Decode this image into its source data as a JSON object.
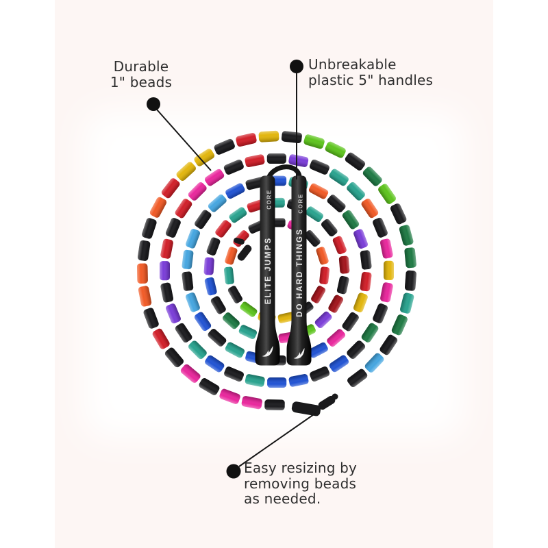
{
  "page": {
    "bg": "#ffffff",
    "card_bg": "#fdf6f4",
    "photo_bg": "#ffffff",
    "text_color": "#2e2e2e"
  },
  "callouts": {
    "beads": {
      "lines": [
        "Durable",
        "1\" beads"
      ]
    },
    "handles": {
      "lines": [
        "Unbreakable",
        "plastic 5\" handles"
      ]
    },
    "resize": {
      "lines": [
        "Easy resizing by",
        "removing beads",
        "as needed."
      ]
    }
  },
  "handles": {
    "left_text": "ELITE JUMPS",
    "right_text": "DO HARD THINGS",
    "collar_text": "CORE",
    "logo_icon": "wing-logo",
    "body_color": "#141414",
    "text_color": "#e8e8e8"
  },
  "rope": {
    "palette": {
      "K": "#1d1d20",
      "R": "#d1202a",
      "DR": "#a3161d",
      "O": "#f15b27",
      "Y": "#e2b60e",
      "L": "#5ec41e",
      "G": "#207a45",
      "T": "#2aa38f",
      "C": "#46a6e0",
      "B": "#2254d3",
      "P": "#7b3ed8",
      "M": "#e9289d"
    },
    "rings": [
      {
        "name": "outer-loop",
        "colors": [
          "K",
          "M",
          "M",
          "K",
          "M",
          "K",
          "R",
          "K",
          "O",
          "O",
          "K",
          "K",
          "O",
          "R",
          "Y",
          "Y",
          "K",
          "R",
          "Y",
          "K",
          "L",
          "L",
          "K",
          "G",
          "L",
          "K",
          "G",
          "G",
          "K",
          "T",
          "G",
          "K",
          "C",
          "K"
        ]
      },
      {
        "name": "loop-2",
        "colors": [
          "P",
          "K",
          "T",
          "T",
          "O",
          "K",
          "M",
          "Y",
          "M",
          "K",
          "G",
          "K",
          "B",
          "K",
          "B",
          "B",
          "T",
          "K",
          "B",
          "T",
          "K",
          "P",
          "K",
          "P",
          "R",
          "K",
          "R",
          "M",
          "M",
          "K",
          "R",
          "K"
        ]
      },
      {
        "name": "loop-3",
        "colors": [
          "T",
          "O",
          "K",
          "G",
          "P",
          "K",
          "R",
          "Y",
          "K",
          "M",
          "B",
          "G",
          "K",
          "B",
          "T",
          "K",
          "B",
          "C",
          "K",
          "C",
          "C",
          "K",
          "C",
          "B",
          "K",
          "B"
        ]
      },
      {
        "name": "loop-4",
        "colors": [
          "K",
          "T",
          "K",
          "R",
          "DR",
          "K",
          "DR",
          "P",
          "L",
          "M",
          "K",
          "T",
          "G",
          "K",
          "B",
          "P",
          "K",
          "R",
          "T",
          "R",
          "T"
        ]
      },
      {
        "name": "inner-loop",
        "colors": [
          "M",
          "K",
          "O",
          "R",
          "DR",
          "K",
          "Y",
          "Y",
          "L",
          "K",
          "T",
          "O",
          "R",
          "K",
          "K"
        ]
      }
    ]
  }
}
